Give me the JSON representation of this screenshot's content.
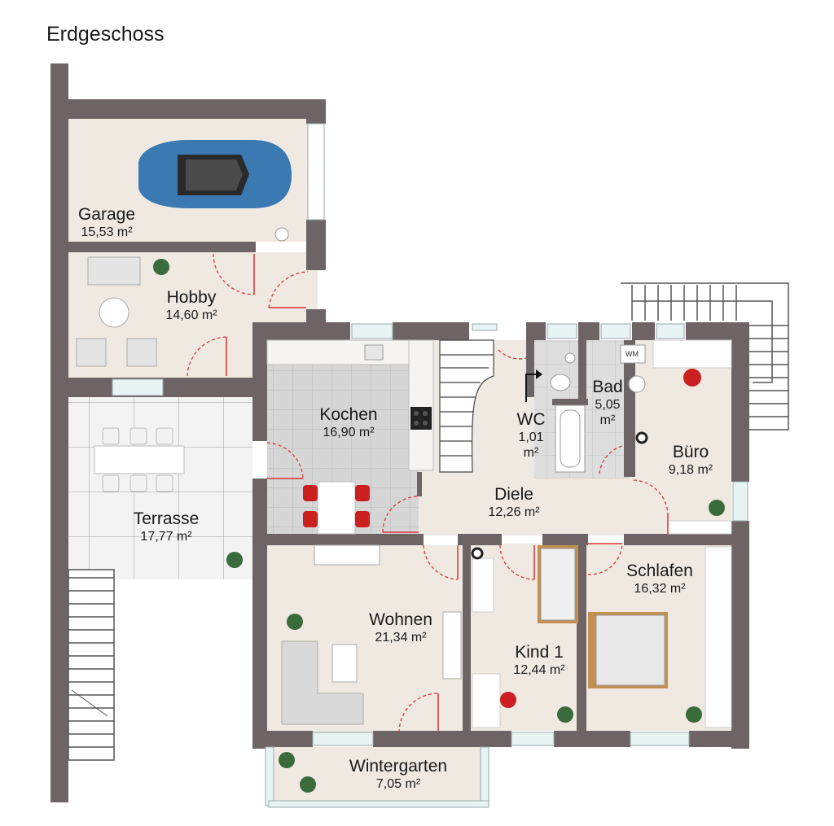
{
  "title": "Erdgeschoss",
  "wm_label": "WM",
  "colors": {
    "wall": "#6e6466",
    "floor": "#efe9e2",
    "tile": "#cfcfcf",
    "terrace": "#f4f4f4",
    "car": "#3b79b3",
    "chairs": "#cc1f1f"
  },
  "rooms": {
    "garage": {
      "name": "Garage",
      "area": "15,53 m²"
    },
    "hobby": {
      "name": "Hobby",
      "area": "14,60 m²"
    },
    "terrasse": {
      "name": "Terrasse",
      "area": "17,77 m²"
    },
    "kochen": {
      "name": "Kochen",
      "area": "16,90 m²"
    },
    "wc": {
      "name": "WC",
      "area1": "1,01",
      "area2": "m²"
    },
    "bad": {
      "name": "Bad",
      "area1": "5,05",
      "area2": "m²"
    },
    "buero": {
      "name": "Büro",
      "area": "9,18 m²"
    },
    "diele": {
      "name": "Diele",
      "area": "12,26 m²"
    },
    "schlafen": {
      "name": "Schlafen",
      "area": "16,32 m²"
    },
    "wohnen": {
      "name": "Wohnen",
      "area": "21,34 m²"
    },
    "kind1": {
      "name": "Kind 1",
      "area": "12,44 m²"
    },
    "wintergarten": {
      "name": "Wintergarten",
      "area": "7,05 m²"
    }
  }
}
